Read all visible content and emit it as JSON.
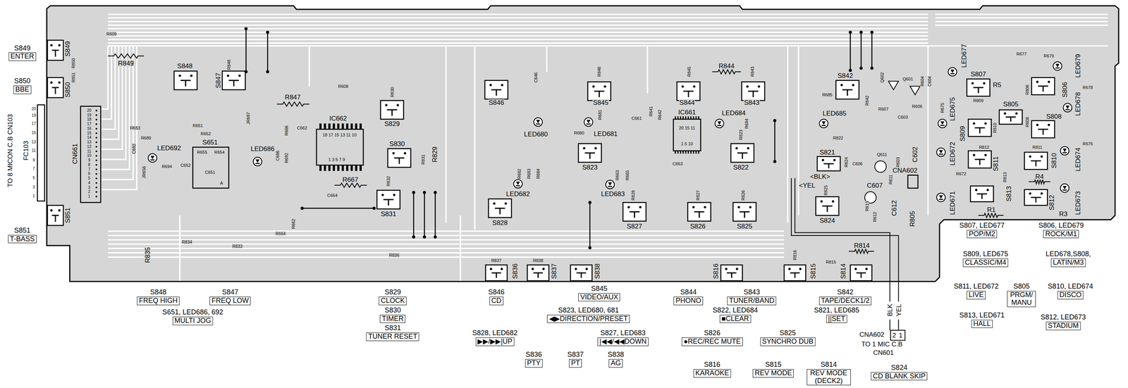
{
  "diagram": {
    "nodes": [
      {
        "text": [
          "S849",
          "ENTER"
        ]
      },
      {
        "text": [
          "S850",
          "BBE"
        ]
      },
      {
        "text": [
          "S851",
          "T-BASS"
        ]
      },
      {
        "text": [
          "S848",
          "FREQ HIGH"
        ]
      },
      {
        "text": [
          "S847",
          "FREQ LOW"
        ]
      },
      {
        "text": [
          "S651, LED686, 692",
          "MULTI JOG"
        ]
      },
      {
        "text": [
          "S829",
          "CLOCK"
        ]
      },
      {
        "text": [
          "S830",
          "TIMER"
        ]
      },
      {
        "text": [
          "S831",
          "TUNER RESET"
        ]
      },
      {
        "text": [
          "S846",
          "CD"
        ]
      },
      {
        "text": [
          "S845",
          "VIDEO/AUX"
        ]
      },
      {
        "text": [
          "S823, LED680, 681",
          "◀▶DIRECTION/PRESET"
        ]
      },
      {
        "text": [
          "S828, LED682",
          "▶▶/▶▶|UP"
        ]
      },
      {
        "text": [
          "S827, LED683",
          "|◀◀/◀◀DOWN"
        ]
      },
      {
        "text": [
          "S836",
          "PTY"
        ]
      },
      {
        "text": [
          "S837",
          "PT"
        ]
      },
      {
        "text": [
          "S838",
          "AG"
        ]
      },
      {
        "text": [
          "S844",
          "PHONO"
        ]
      },
      {
        "text": [
          "S843",
          "TUNER/BAND"
        ]
      },
      {
        "text": [
          "S842",
          "TAPE/DECK1/2"
        ]
      },
      {
        "text": [
          "S822, LED684",
          "■CLEAR"
        ]
      },
      {
        "text": [
          "S821, LED685",
          "||SET"
        ]
      },
      {
        "text": [
          "S826",
          "●REC/REC MUTE"
        ]
      },
      {
        "text": [
          "S825",
          "SYNCHRO DUB"
        ]
      },
      {
        "text": [
          "S816",
          "KARAOKE"
        ]
      },
      {
        "text": [
          "S815",
          "REV MODE"
        ]
      },
      {
        "text": [
          "S814",
          "REV MODE (DECK2)"
        ]
      },
      {
        "text": [
          "S824",
          "CD BLANK SKIP"
        ]
      },
      {
        "text": [
          "S807, LED677",
          "POP/M2"
        ]
      },
      {
        "text": [
          "S806, LED679",
          "ROCK/M1"
        ]
      },
      {
        "text": [
          "S809, LED675",
          "CLASSIC/M4"
        ]
      },
      {
        "text": [
          "LED678,S808,",
          "LATIN/M3"
        ]
      },
      {
        "text": [
          "S811, LED672",
          "LIVE"
        ]
      },
      {
        "text": [
          "S805",
          "PRGM/ MANU"
        ]
      },
      {
        "text": [
          "S810, LED674",
          "DISCO"
        ]
      },
      {
        "text": [
          "S813, LED671",
          "HALL"
        ]
      },
      {
        "text": [
          "S812, LED673",
          "STADIUM"
        ]
      }
    ],
    "labels": [
      "TO 8 MICON C.B CN103",
      "FC103",
      "20",
      "19",
      "17",
      "15",
      "13",
      "11",
      "9",
      "7",
      "5",
      "3",
      "1",
      "S849",
      "R850",
      "S850",
      "R851",
      "S851",
      "R609",
      "R849",
      "S848",
      "S847",
      "R848",
      "CN661",
      "20",
      "19",
      "18",
      "17",
      "16",
      "15",
      "14",
      "13",
      "12",
      "11",
      "10",
      "9",
      "8",
      "7",
      "6",
      "5",
      "4",
      "3",
      "2",
      "1",
      "R653",
      "R689",
      "C692",
      "LED692",
      "R694",
      "JR656",
      "R651",
      "R652",
      "JR687",
      "S651",
      "R655",
      "R654",
      "C652",
      "C651",
      "A",
      "R666",
      "C662",
      "LED686",
      "C686",
      "R692",
      "R847",
      "R608",
      "IC662",
      "18 17 15 13 11 10",
      "1 3 5 7 9",
      "R667",
      "C664",
      "R664",
      "R662",
      "R834",
      "R833",
      "R835",
      "R836",
      "R830",
      "S829",
      "S830",
      "R831",
      "R829",
      "R832",
      "S831",
      "C646",
      "S846",
      "R846",
      "S845",
      "R681",
      "R680",
      "LED680",
      "LED681",
      "R682",
      "R683",
      "R684",
      "LED682",
      "S823",
      "R663",
      "R665",
      "LED683",
      "R828",
      "S828",
      "S827",
      "C661",
      "R641",
      "R642",
      "IC661",
      "20 15 11",
      "1 5 10",
      "C663",
      "R845",
      "S844",
      "LED684",
      "R684",
      "R844",
      "R843",
      "S843",
      "R823",
      "S822",
      "R827",
      "R826",
      "S826",
      "S825",
      "S842",
      "R685",
      "R842",
      "Q602",
      "R607",
      "Q601",
      "R604",
      "C604",
      "R606",
      "C603",
      "LED685",
      "R822",
      "S821",
      "R824",
      "<BLK>",
      "<YEL",
      "C606",
      "Q611",
      "R603",
      "R611",
      "C602",
      "CNA602",
      "C607",
      "R825",
      "S824",
      "R613",
      "R612",
      "C612",
      "R805",
      "R814",
      "R815",
      "R816",
      "S815",
      "S816",
      "S814",
      "R837",
      "S836",
      "R838",
      "S837",
      "S838",
      "LED677",
      "S807",
      "R5",
      "R809",
      "S805",
      "R808",
      "R810",
      "R675",
      "LED675",
      "S809",
      "LED672",
      "R812",
      "R813",
      "S811",
      "R672",
      "LED671",
      "R1",
      "S813",
      "R677",
      "R679",
      "LED679",
      "S806",
      "R806",
      "LED678",
      "R678",
      "S808",
      "R811",
      "S810",
      "R676",
      "LED674",
      "R4",
      "S812",
      "R3",
      "LED673",
      "BLK",
      "YEL",
      "CNA602",
      "2",
      "1",
      "TO 1 MIC C.B",
      "CN601"
    ]
  }
}
